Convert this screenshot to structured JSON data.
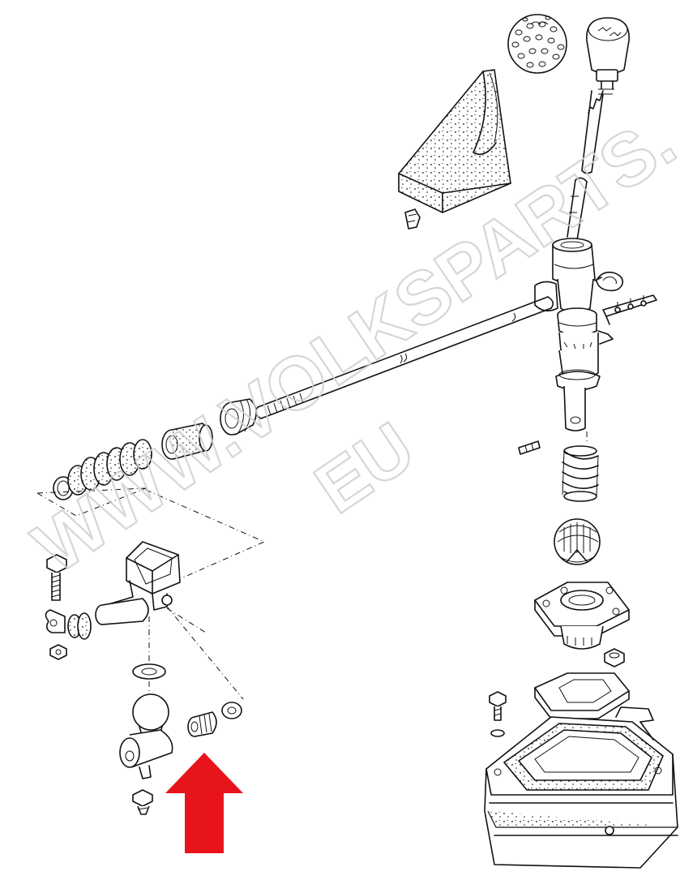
{
  "watermark": {
    "line1": "WWW.VOLKSPARTS.",
    "line2": "EU"
  },
  "colors": {
    "line": "#111111",
    "arrow": "#e8141b",
    "watermark": "#cfcfcf",
    "background": "#ffffff"
  },
  "highlight": {
    "icon": "red-up-arrow-icon",
    "target": "shift-rod-bushing"
  }
}
